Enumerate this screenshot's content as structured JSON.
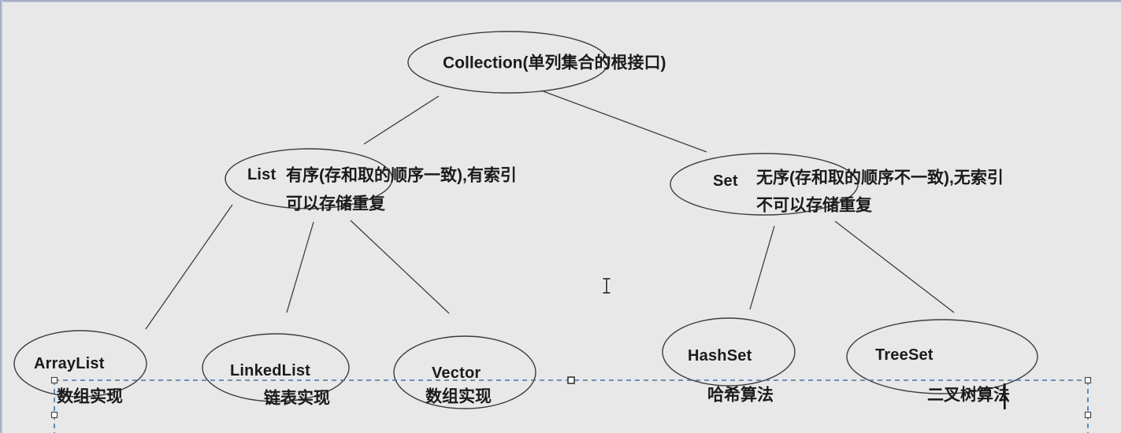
{
  "canvas": {
    "background_color": "#e8e8e8",
    "shape_stroke_color": "#3d3d3d",
    "text_color": "#1b1b1b",
    "selection_color": "#3f76b0"
  },
  "nodes": {
    "collection": {
      "label": "Collection(单列集合的根接口)"
    },
    "list": {
      "name": "List",
      "line1": "有序(存和取的顺序一致),有索引",
      "line2": "可以存储重复"
    },
    "set": {
      "name": "Set",
      "line1": "无序(存和取的顺序不一致),无索引",
      "line2": "不可以存储重复"
    },
    "arraylist": {
      "name": "ArrayList",
      "note": "数组实现"
    },
    "linkedlist": {
      "name": "LinkedList",
      "note": "链表实现"
    },
    "vector": {
      "name": "Vector",
      "note": "数组实现"
    },
    "hashset": {
      "name": "HashSet",
      "note": "哈希算法"
    },
    "treeset": {
      "name": "TreeSet",
      "note": "二叉树算法"
    }
  },
  "edges": [
    {
      "from": "collection",
      "to": "list"
    },
    {
      "from": "collection",
      "to": "set"
    },
    {
      "from": "list",
      "to": "arraylist"
    },
    {
      "from": "list",
      "to": "linkedlist"
    },
    {
      "from": "list",
      "to": "vector"
    },
    {
      "from": "set",
      "to": "hashset"
    },
    {
      "from": "set",
      "to": "treeset"
    }
  ],
  "editor_state": {
    "selection_marquee_visible": true,
    "mouse_cursor": "i-beam",
    "text_caret_after": "二叉树算法"
  }
}
